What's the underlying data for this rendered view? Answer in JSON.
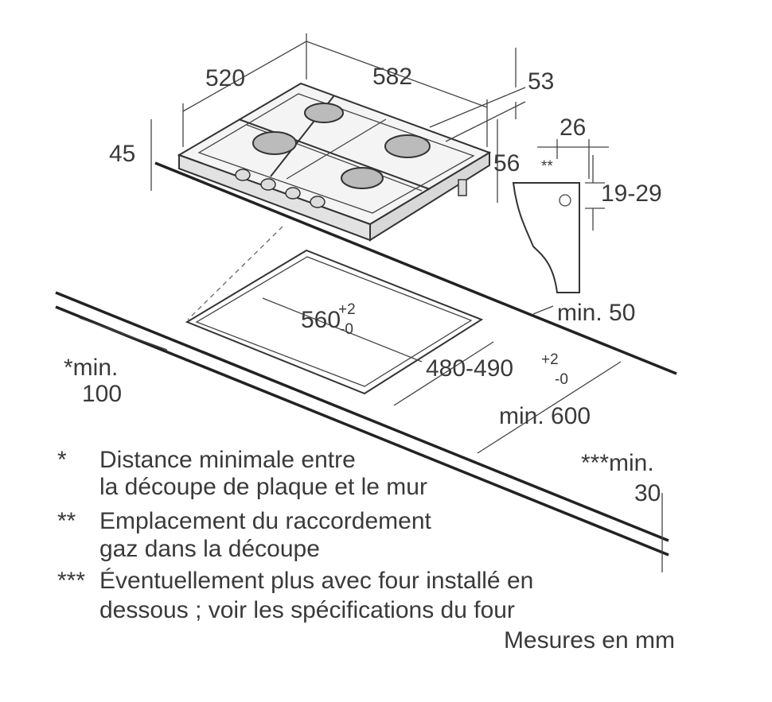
{
  "dimensions": {
    "width": "520",
    "depth": "582",
    "height_53": "53",
    "height_45": "45",
    "gas_26": "26",
    "gas_marker": "**",
    "gas_56": "56",
    "gas_19_29": "19-29",
    "cutout_width": "560",
    "cutout_width_tol_plus": "+2",
    "cutout_width_tol_minus": "-0",
    "min_50": "min. 50",
    "min_100_label": "*min.",
    "min_100_value": "100",
    "cutout_depth": "480-490",
    "cutout_depth_tol_plus": "+2",
    "cutout_depth_tol_minus": "-0",
    "min_600": "min. 600",
    "min_30_label": "***min.",
    "min_30_value": "30"
  },
  "notes": [
    {
      "marker": "*",
      "lines": [
        "Distance minimale entre",
        "la découpe de plaque et le mur"
      ]
    },
    {
      "marker": "**",
      "lines": [
        "Emplacement du raccordement",
        "gaz dans la découpe"
      ]
    },
    {
      "marker": "***",
      "lines": [
        "Éventuellement plus avec four installé en",
        "dessous ; voir les spécifications du four"
      ]
    }
  ],
  "units_note": "Mesures en mm"
}
